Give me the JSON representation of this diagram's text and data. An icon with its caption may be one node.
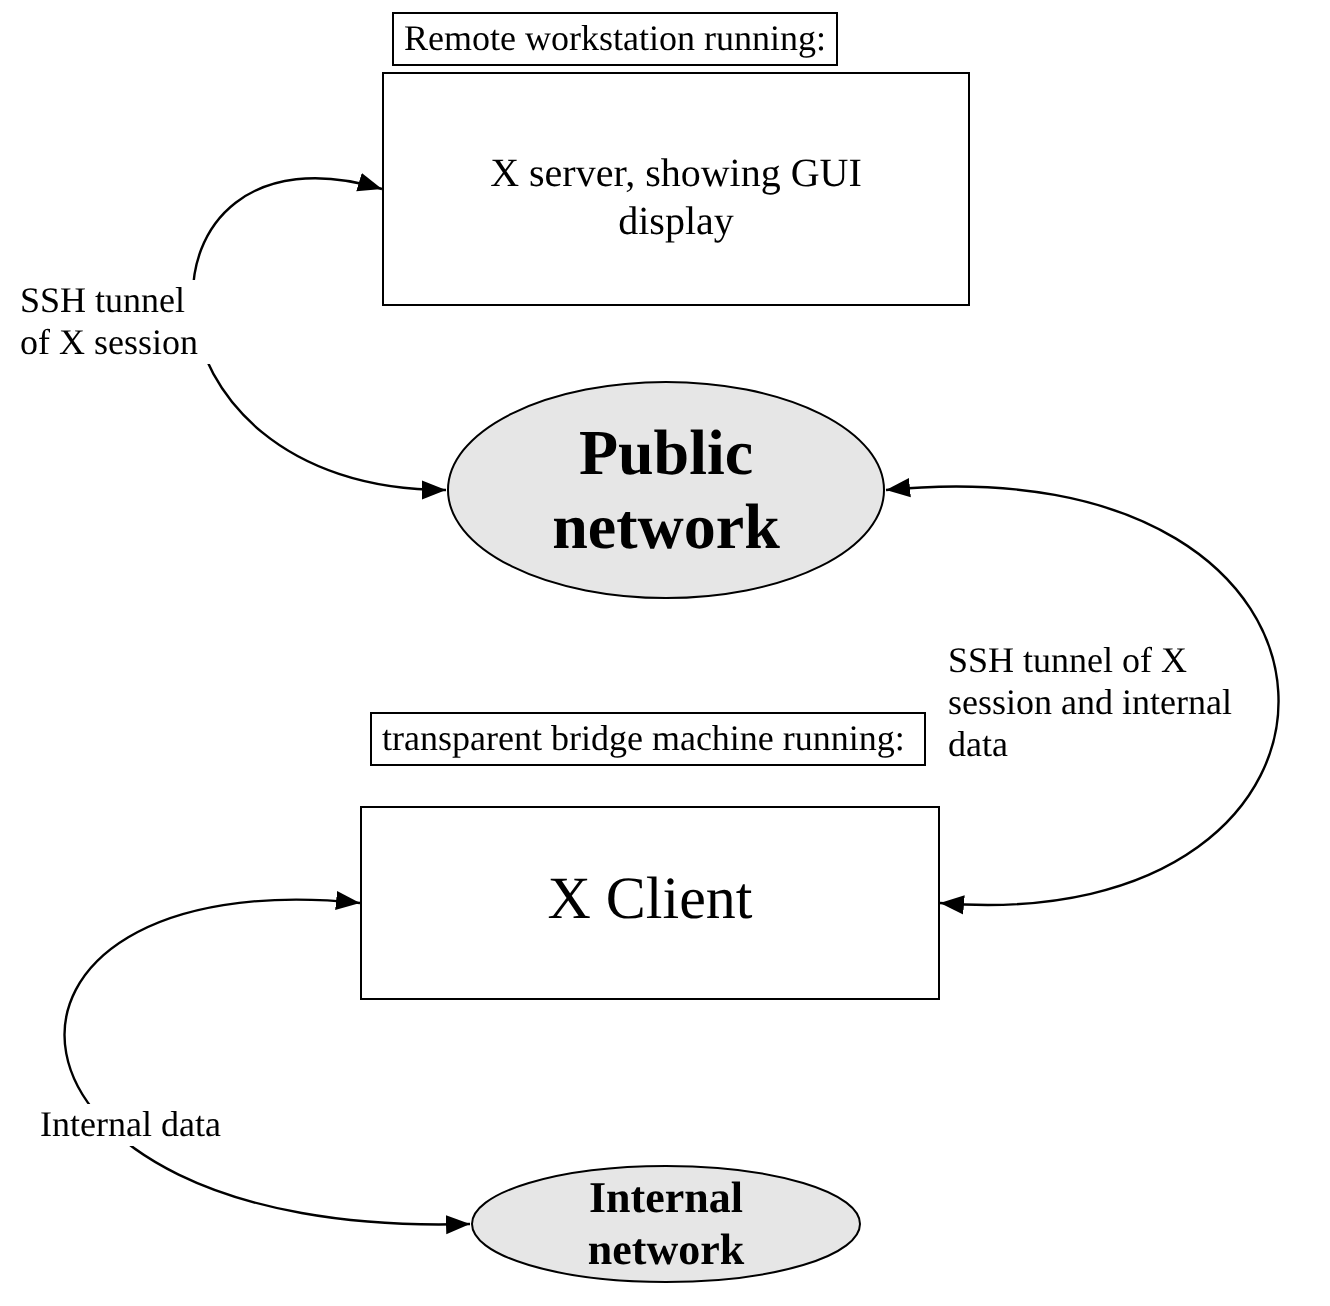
{
  "diagram": {
    "nodes": [
      {
        "text": [
          "Remote workstation running:",
          "X server, showing GUI display"
        ]
      },
      {
        "text": [
          "Public network"
        ]
      },
      {
        "text": [
          "transparent bridge machine running:",
          "X Client"
        ]
      },
      {
        "text": [
          "Internal network"
        ]
      }
    ],
    "edges": [
      {
        "from": 0,
        "to": 1,
        "arrow": "both",
        "label": "SSH tunnel of X session"
      },
      {
        "from": 1,
        "to": 2,
        "arrow": "both",
        "label": "SSH tunnel of X session and internal data"
      },
      {
        "from": 2,
        "to": 3,
        "arrow": "both",
        "label": "Internal data"
      }
    ]
  }
}
